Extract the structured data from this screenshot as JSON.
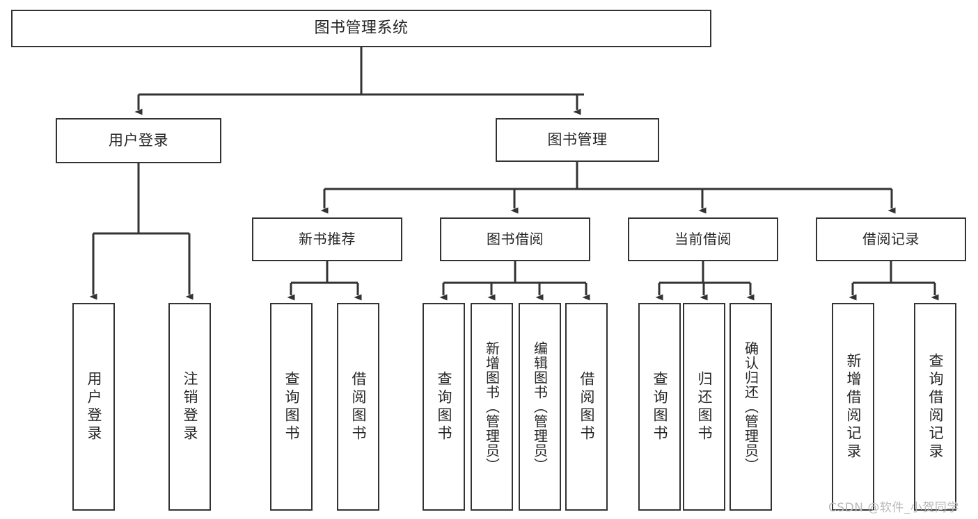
{
  "diagram": {
    "type": "tree",
    "title": "图书管理系统",
    "colors": {
      "stroke": "#333333",
      "fill": "#ffffff",
      "text": "#262626",
      "watermark": "#b9b9b9"
    },
    "root": {
      "label": "图书管理系统"
    },
    "level1": [
      {
        "label": "用户登录"
      },
      {
        "label": "图书管理"
      }
    ],
    "level2": [
      {
        "label": "新书推荐"
      },
      {
        "label": "图书借阅"
      },
      {
        "label": "当前借阅"
      },
      {
        "label": "借阅记录"
      }
    ],
    "leaves": {
      "user_login": [
        {
          "label": "用户登录"
        },
        {
          "label": "注销登录"
        }
      ],
      "new_book": [
        {
          "label": "查询图书"
        },
        {
          "label": "借阅图书"
        }
      ],
      "borrow_book": [
        {
          "label": "查询图书"
        },
        {
          "label": "新增图书（管理员）"
        },
        {
          "label": "编辑图书（管理员）"
        },
        {
          "label": "借阅图书"
        }
      ],
      "current_borrow": [
        {
          "label": "查询图书"
        },
        {
          "label": "归还图书"
        },
        {
          "label": "确认归还（管理员）"
        }
      ],
      "borrow_record": [
        {
          "label": "新增借阅记录"
        },
        {
          "label": "查询借阅记录"
        }
      ]
    }
  },
  "watermark": {
    "text": "CSDN @软件_小贺同学"
  }
}
